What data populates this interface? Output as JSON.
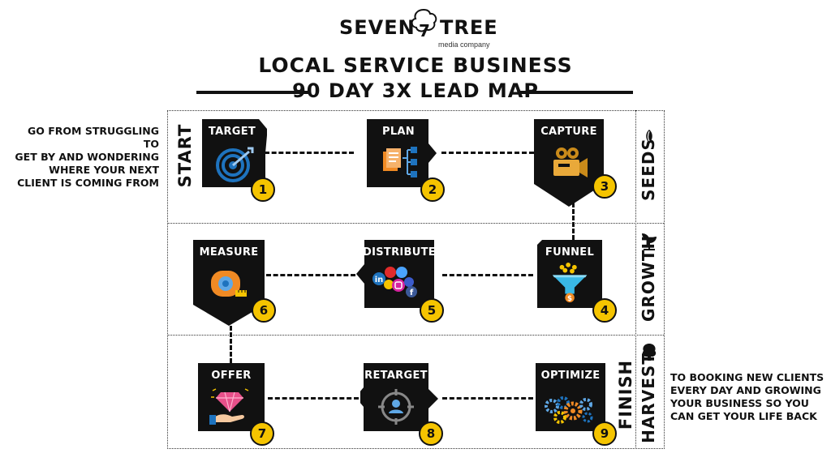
{
  "logo": {
    "left_word": "SEVEN",
    "right_word": "TREE",
    "number": "7",
    "subtitle": "media company"
  },
  "title": {
    "line1": "LOCAL SERVICE BUSINESS",
    "line2": "90 DAY 3X LEAD MAP"
  },
  "intro_text": [
    "GO FROM STRUGGLING TO",
    "GET BY AND WONDERING",
    "WHERE YOUR NEXT",
    "CLIENT IS COMING FROM"
  ],
  "outro_text": [
    "TO BOOKING NEW CLIENTS",
    "EVERY DAY AND GROWING",
    "YOUR BUSINESS SO YOU",
    "CAN GET YOUR LIFE BACK"
  ],
  "row_labels_left": {
    "start": "START",
    "finish": "FINISH"
  },
  "stages": [
    {
      "label": "SEEDS",
      "icon": "seed-icon"
    },
    {
      "label": "GROWTH",
      "icon": "sprout-icon"
    },
    {
      "label": "HARVEST",
      "icon": "tree-icon"
    }
  ],
  "steps": [
    {
      "number": "1",
      "label": "TARGET",
      "icon": "target-icon"
    },
    {
      "number": "2",
      "label": "PLAN",
      "icon": "plan-icon"
    },
    {
      "number": "3",
      "label": "CAPTURE",
      "icon": "camera-icon"
    },
    {
      "number": "4",
      "label": "FUNNEL",
      "icon": "funnel-icon"
    },
    {
      "number": "5",
      "label": "DISTRIBUTE",
      "icon": "social-icon"
    },
    {
      "number": "6",
      "label": "MEASURE",
      "icon": "tape-measure-icon"
    },
    {
      "number": "7",
      "label": "OFFER",
      "icon": "diamond-hand-icon"
    },
    {
      "number": "8",
      "label": "RETARGET",
      "icon": "retarget-icon"
    },
    {
      "number": "9",
      "label": "OPTIMIZE",
      "icon": "gears-icon"
    }
  ],
  "colors": {
    "node": "#111111",
    "badge": "#f5c400",
    "accent_blue": "#1e73be",
    "accent_orange": "#f08a24"
  }
}
